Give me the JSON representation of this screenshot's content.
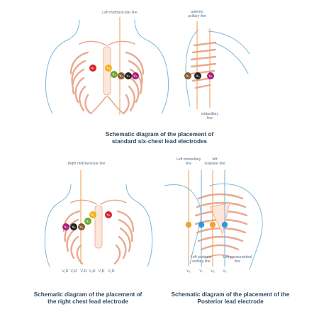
{
  "panels": {
    "standard": {
      "label_left_midclavicular": "Left midclavicular line",
      "label_anterior_axillary": "anterior\naxillary line",
      "label_midaxillary": "midaxillary\nline",
      "caption": "Schematic diagram of the placement of\nstandard six-chest lead electrodes",
      "front_electrodes": [
        "V₁",
        "V₂",
        "V₃",
        "V₄",
        "V₅",
        "V₆"
      ],
      "side_electrodes": [
        "V₄",
        "V₅",
        "V₆"
      ]
    },
    "right_chest": {
      "label_right_midclavicular": "Right midclavicular line",
      "electrodes": [
        "V₆",
        "V₅",
        "V₄",
        "V₃",
        "V₁",
        "V₂"
      ],
      "bottom_labels": [
        "V₆R",
        "V₅R",
        "V₄R",
        "V₃R",
        "V₁R",
        "V₂R"
      ],
      "caption": "Schematic diagram of the placement of\nthe right chest lead electrode"
    },
    "posterior": {
      "label_left_midaxillary": "Left midaxillary\nline",
      "label_left_scapular": "left\nscapular line",
      "label_left_posterior_axillary": "Left posterior\naxillary line",
      "label_left_paravertebral": "Left paravertebral\nline",
      "bottom_labels": [
        "V₆",
        "V₇",
        "V₈",
        "V₉"
      ],
      "caption": "Schematic diagram of the placement of the\nPosterior lead electrode"
    }
  },
  "colors": {
    "caption": "#2f4661",
    "outline": "#7fb8d8",
    "rib": "#e9a98e",
    "guide_orange": "#f2a35c",
    "guide_blue": "#7fb8d8",
    "electrode_red": "#d6232a",
    "electrode_yellow": "#f2b21b",
    "electrode_green": "#6aa72e",
    "electrode_brown": "#8a5a2b",
    "electrode_black": "#222222",
    "electrode_purple": "#a7207d",
    "electrode_orange": "#f2a035",
    "electrode_blue": "#2f9bd6"
  }
}
